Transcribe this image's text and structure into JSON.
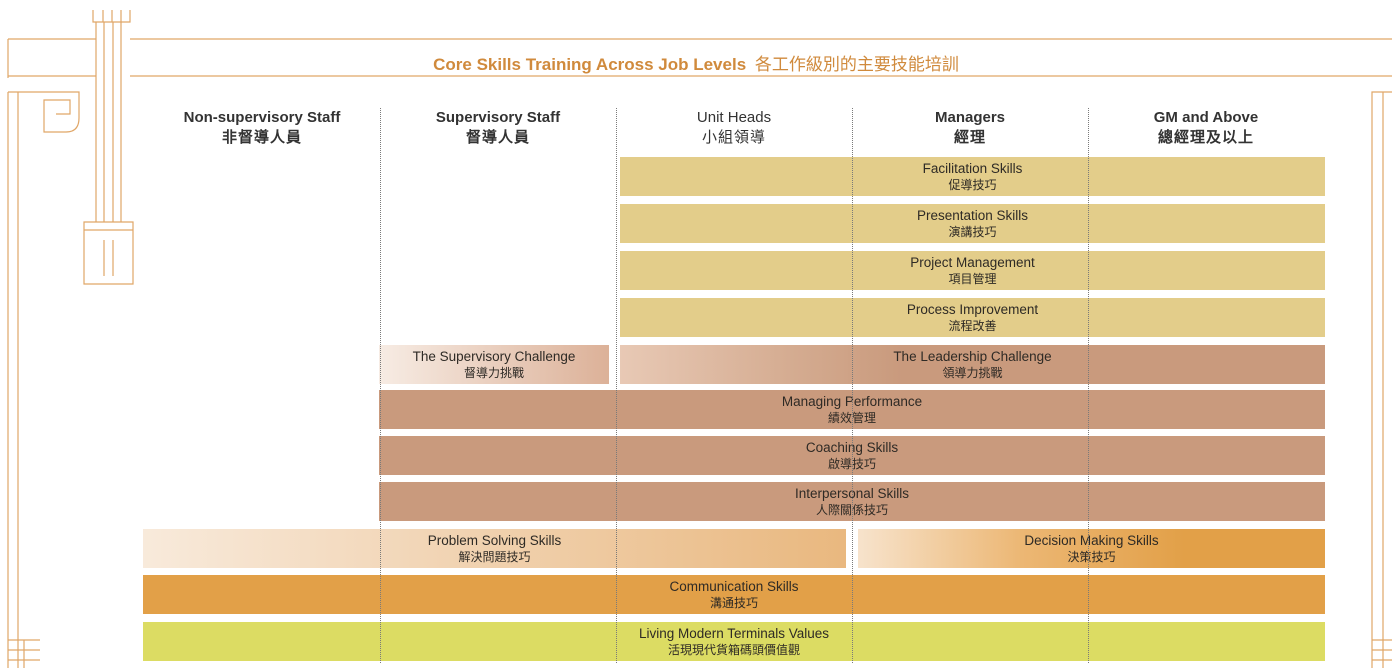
{
  "title": {
    "en": "Core Skills Training Across Job Levels",
    "zh": "各工作級別的主要技能培訓"
  },
  "columns": [
    {
      "en": "Non-supervisory Staff",
      "zh": "非督導人員"
    },
    {
      "en": "Supervisory Staff",
      "zh": "督導人員"
    },
    {
      "en": "Unit Heads",
      "zh": "小組領導"
    },
    {
      "en": "Managers",
      "zh": "經理"
    },
    {
      "en": "GM and Above",
      "zh": "總經理及以上"
    }
  ],
  "skills": {
    "facilitation": {
      "en": "Facilitation Skills",
      "zh": "促導技巧"
    },
    "presentation": {
      "en": "Presentation Skills",
      "zh": "演講技巧"
    },
    "project": {
      "en": "Project Management",
      "zh": "項目管理"
    },
    "process": {
      "en": "Process Improvement",
      "zh": "流程改善"
    },
    "supervisory_challenge": {
      "en": "The Supervisory Challenge",
      "zh": "督導力挑戰"
    },
    "leadership_challenge": {
      "en": "The Leadership Challenge",
      "zh": "領導力挑戰"
    },
    "managing_performance": {
      "en": "Managing Performance",
      "zh": "績效管理"
    },
    "coaching": {
      "en": "Coaching Skills",
      "zh": "啟導技巧"
    },
    "interpersonal": {
      "en": "Interpersonal Skills",
      "zh": "人際關係技巧"
    },
    "problem_solving": {
      "en": "Problem Solving Skills",
      "zh": "解決問題技巧"
    },
    "decision_making": {
      "en": "Decision Making Skills",
      "zh": "決策技巧"
    },
    "communication": {
      "en": "Communication Skills",
      "zh": "溝通技巧"
    },
    "values": {
      "en": "Living Modern Terminals Values",
      "zh": "活現現代貨箱碼頭價值觀"
    }
  },
  "colors": {
    "accent": "#d08a3c",
    "sand": "#e3cd8a",
    "clay": "#c99a7d",
    "orange": "#e2a048",
    "lime": "#dcdc63"
  }
}
